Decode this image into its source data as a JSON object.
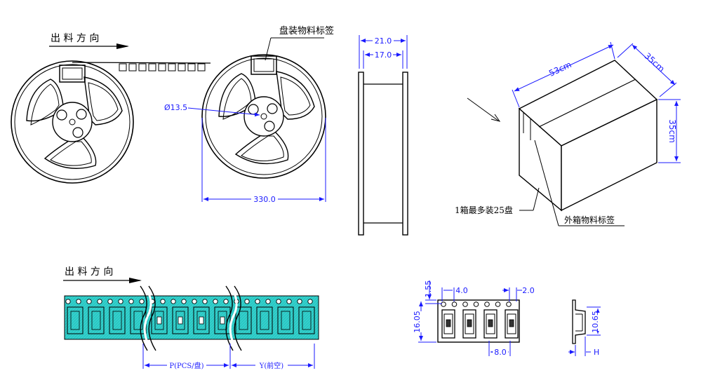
{
  "labels": {
    "direction_top": "出 料 方 向",
    "direction_bottom": "出 料 方 向",
    "reel_label": "盘装物料标签",
    "box_label": "外箱物料标签",
    "box_qty": "1箱最多装25盘",
    "p_label": "P(PCS/盘)",
    "y_label": "Y(前空)"
  },
  "dimensions": {
    "hub_diameter": "Ø13.5",
    "reel_diameter": "330.0",
    "reel_width_outer": "21.0",
    "reel_width_inner": "17.0",
    "box_length": "53cm",
    "box_width": "35cm",
    "box_height": "35cm",
    "tape_hole_offset": "1.55",
    "hole_pitch": "4.0",
    "hole_to_pocket": "2.0",
    "tape_width": "16.05",
    "pocket_pitch": "8.0",
    "pocket_depth": "10.65",
    "thickness": "H"
  },
  "colors": {
    "line": "#000000",
    "dimension": "#1a1aff",
    "tape_fill": "#33d0cc",
    "tape_dark": "#1aa8a6"
  }
}
